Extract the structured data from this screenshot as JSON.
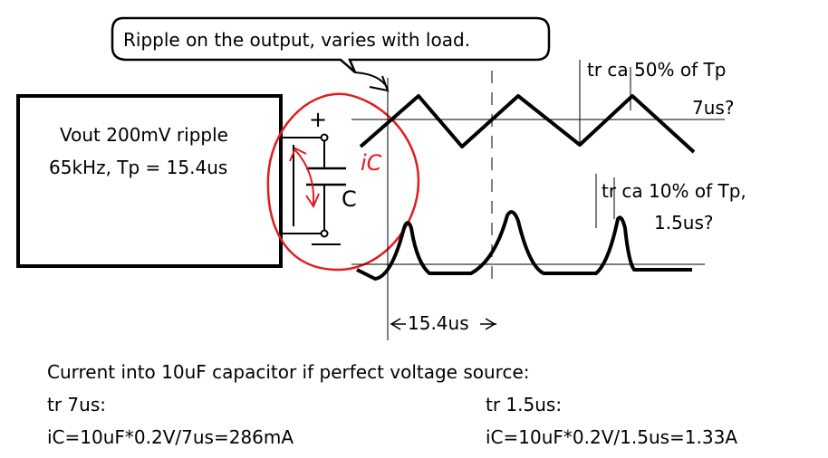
{
  "callout": {
    "text": "Ripple on the output, varies with load."
  },
  "source_box": {
    "line1": "Vout 200mV ripple",
    "line2": "65kHz, Tp = 15.4us"
  },
  "capacitor": {
    "plus": "+",
    "name": "C",
    "current_label": "iC"
  },
  "waveform_labels": {
    "tr50": "tr ca 50% of Tp",
    "t7": "7us?",
    "tr10": "tr ca 10% of Tp,",
    "t15": "1.5us?",
    "period": "15.4us"
  },
  "bottom": {
    "heading": "Current into 10uF capacitor if perfect voltage source:",
    "case1_title": "tr 7us:",
    "case1_formula": "iC=10uF*0.2V/7us=286mA",
    "case2_title": "tr 1.5us:",
    "case2_formula": "iC=10uF*0.2V/1.5us=1.33A"
  },
  "colors": {
    "ink": "#000000",
    "annotation": "#e11b22",
    "guide": "#000000"
  }
}
